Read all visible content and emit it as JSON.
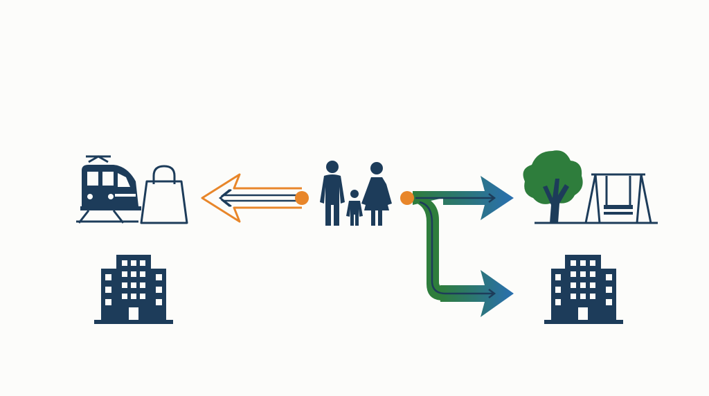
{
  "diagram": {
    "left_group": {
      "icons": [
        "train-icon",
        "shopping-bag-icon",
        "office-building-icon"
      ]
    },
    "center_group": {
      "icons": [
        "family-icon"
      ]
    },
    "right_group": {
      "icons": [
        "tree-icon",
        "swing-set-icon",
        "office-building-icon"
      ]
    },
    "connectors": [
      {
        "name": "arrow-left",
        "from": "family",
        "to": "left_group",
        "style": "double-outline-arrow"
      },
      {
        "name": "arrow-right-branch",
        "from": "family",
        "to": "right_group",
        "branches": 2,
        "style": "gradient-arrow"
      }
    ]
  },
  "colors": {
    "navy": "#1d3c5a",
    "orange": "#e8862a",
    "green": "#2e7d3c",
    "blue": "#2a6fb0",
    "background": "#fcfcfa"
  }
}
